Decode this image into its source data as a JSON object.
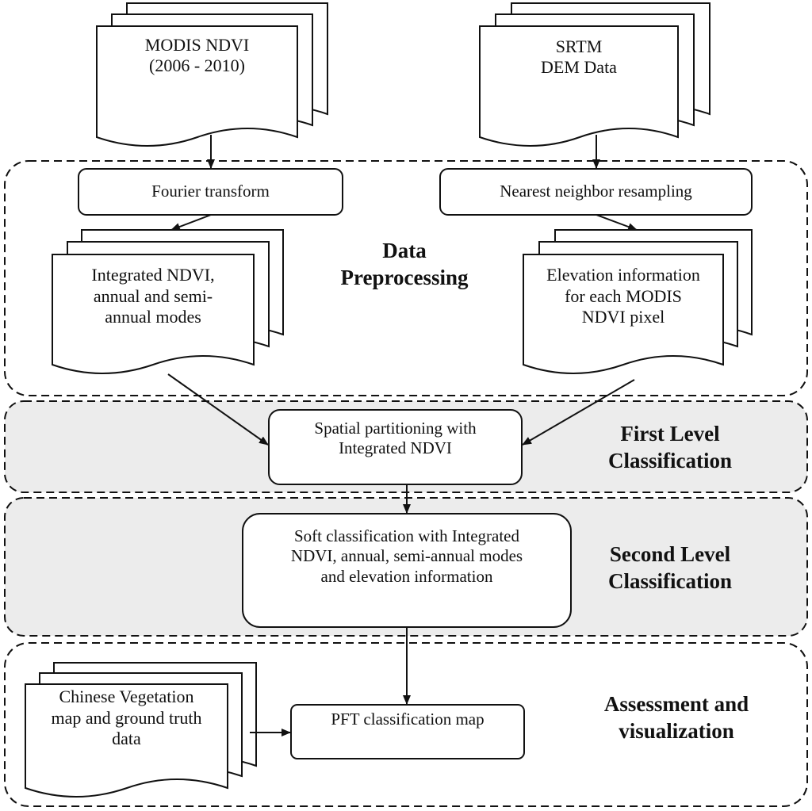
{
  "documents": {
    "modis": "MODIS NDVI\n(2006 - 2010)",
    "srtm": "SRTM\nDEM Data",
    "integrated": "Integrated NDVI,\nannual and semi-\nannual modes",
    "elevation": "Elevation information\nfor each MODIS\nNDVI pixel",
    "chinese_veg": "Chinese Vegetation\nmap and ground truth\ndata"
  },
  "processes": {
    "fourier": "Fourier transform",
    "nearest": "Nearest neighbor resampling",
    "spatial": "Spatial partitioning with\nIntegrated NDVI",
    "soft": "Soft classification with Integrated\nNDVI, annual, semi-annual modes\nand elevation information",
    "pft": "PFT classification map"
  },
  "stages": {
    "preprocessing": "Data\nPreprocessing",
    "first_level": "First Level\nClassification",
    "second_level": "Second Level\nClassification",
    "assessment": "Assessment and\nvisualization"
  },
  "colors": {
    "stage_fill": "#ececec",
    "line": "#111111"
  }
}
